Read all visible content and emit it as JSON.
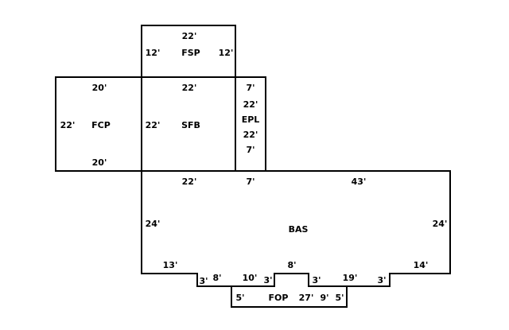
{
  "areas": {
    "fsp": {
      "label": "FSP",
      "top": "22'",
      "left": "12'",
      "right": "12'"
    },
    "fcp": {
      "label": "FCP",
      "top": "20'",
      "bottom": "20'",
      "left": "22'"
    },
    "sfb": {
      "label": "SFB",
      "top": "22'",
      "left": "22'"
    },
    "epl": {
      "label": "EPL",
      "top": "7'",
      "side_a": "22'",
      "side_b": "22'",
      "side_c": "7'"
    },
    "bas": {
      "label": "BAS",
      "top_a": "22'",
      "top_b": "7'",
      "top_c": "43'",
      "left": "24'",
      "right": "24'",
      "bottom_left": "13'",
      "step_a": "3'",
      "step_b": "8'",
      "step_c": "10'",
      "step_d": "3'",
      "mid_top": "8'",
      "step_e": "3'",
      "step_f": "19'",
      "step_g": "3'",
      "bottom_right": "14'"
    },
    "fop": {
      "label": "FOP",
      "bottom": "27'",
      "left": "5'",
      "right": "5'",
      "inner": "9'"
    }
  }
}
